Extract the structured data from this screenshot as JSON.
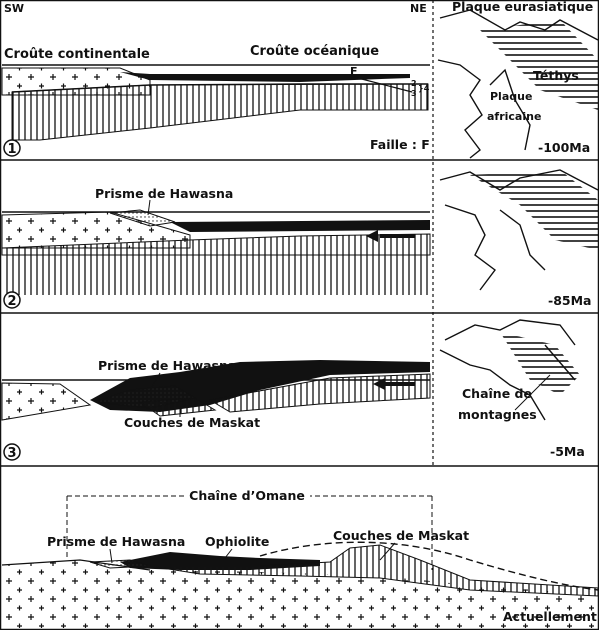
{
  "corner_labels": {
    "sw": "SW",
    "ne": "NE"
  },
  "stage1": {
    "number": "1",
    "continental_crust": "Croûte continentale",
    "oceanic_crust": "Croûte océanique",
    "fault_marker": "F",
    "layer_numbers": [
      "2",
      "3"
    ],
    "layer_bracket": "}4",
    "fault_legend": "Faille : F",
    "map": {
      "eurasian_plate": "Plaque eurasiatique",
      "tethys": "Téthys",
      "african_plate_line1": "Plaque",
      "african_plate_line2": "africaine",
      "age": "-100Ma"
    }
  },
  "stage2": {
    "number": "2",
    "hawasna_prism": "Prisme de Hawasna",
    "map": {
      "age": "-85Ma"
    }
  },
  "stage3": {
    "number": "3",
    "hawasna_prism": "Prisme de Hawasna",
    "maskat_layers": "Couches de Maskat",
    "map": {
      "mountain_chain_line1": "Chaîne de",
      "mountain_chain_line2": "montagnes",
      "age": "-5Ma"
    }
  },
  "stage4": {
    "oman_chain": "Chaîne d’Omane",
    "hawasna_prism": "Prisme de Hawasna",
    "ophiolite": "Ophiolite",
    "maskat_layers": "Couches de Maskat",
    "present": "Actuellement"
  },
  "colors": {
    "ink": "#111111",
    "paper": "#ffffff"
  }
}
